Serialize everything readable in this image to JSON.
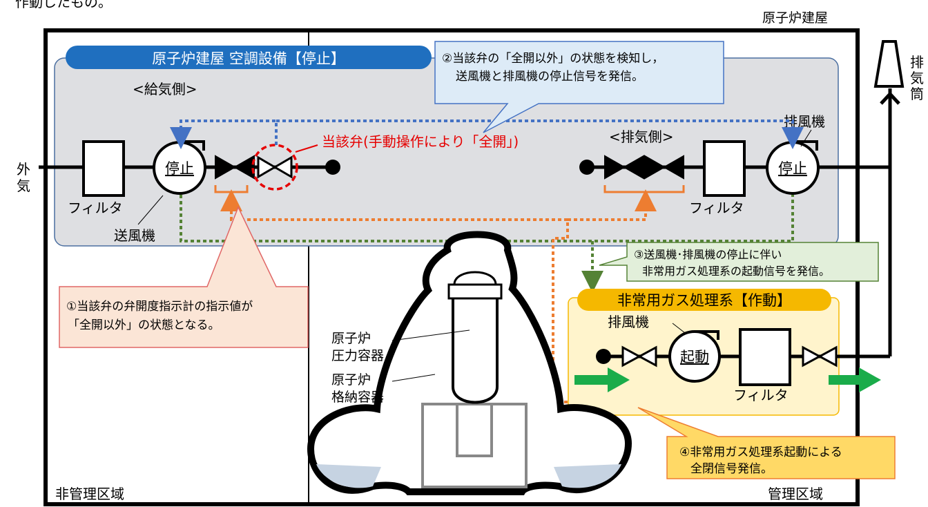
{
  "top_fragment": "作動したもの。",
  "building_label": "原子炉建屋",
  "zones": {
    "non_controlled": "非管理区域",
    "controlled": "管理区域"
  },
  "hvac": {
    "title": "原子炉建屋 空調設備【停止】",
    "supply_side": "<給気側>",
    "exhaust_side": "<排気側>"
  },
  "outside_air": [
    "外",
    "気"
  ],
  "stack": [
    "排",
    "気",
    "筒"
  ],
  "supply_fan": {
    "status": "停止",
    "label": "送風機"
  },
  "exhaust_fan": {
    "status": "停止",
    "label": "排風機"
  },
  "filter_label": "フィルタ",
  "valve_label": "当該弁(手動操作により「全開」)",
  "callouts": {
    "c1": [
      "①当該弁の弁開度指示計の指示値が",
      "「全開以外」の状態となる。"
    ],
    "c2": [
      "②当該弁の「全開以外」の状態を検知し，",
      "送風機と排風機の停止信号を発信。"
    ],
    "c3": [
      "③送風機･排風機の停止に伴い",
      "非常用ガス処理系の起動信号を発信。"
    ],
    "c4": [
      "④非常用ガス処理系起動による",
      "全閉信号発信。"
    ]
  },
  "sgts": {
    "title": "非常用ガス処理系【作動】",
    "fan_label": "排風機",
    "fan_status": "起動",
    "filter_label": "フィルタ"
  },
  "reactor": {
    "vessel": [
      "原子炉",
      "圧力容器"
    ],
    "containment": [
      "原子炉",
      "格納容器"
    ]
  },
  "colors": {
    "hvac_title": "#1f6fbf",
    "hvac_bg": "#dedfe2",
    "signal_blue": "#4472c4",
    "signal_green": "#548235",
    "signal_orange": "#ed7d31",
    "sgts_title": "#f5b800",
    "sgts_bg": "#fff4cc",
    "callout1_bg": "#fbe5d6",
    "callout1_border": "#e06666",
    "callout2_bg": "#ddebf7",
    "callout3_bg": "#e2efda",
    "callout4_bg": "#ffd966",
    "valve_red": "#e60000",
    "flow_green": "#1aac4a"
  }
}
